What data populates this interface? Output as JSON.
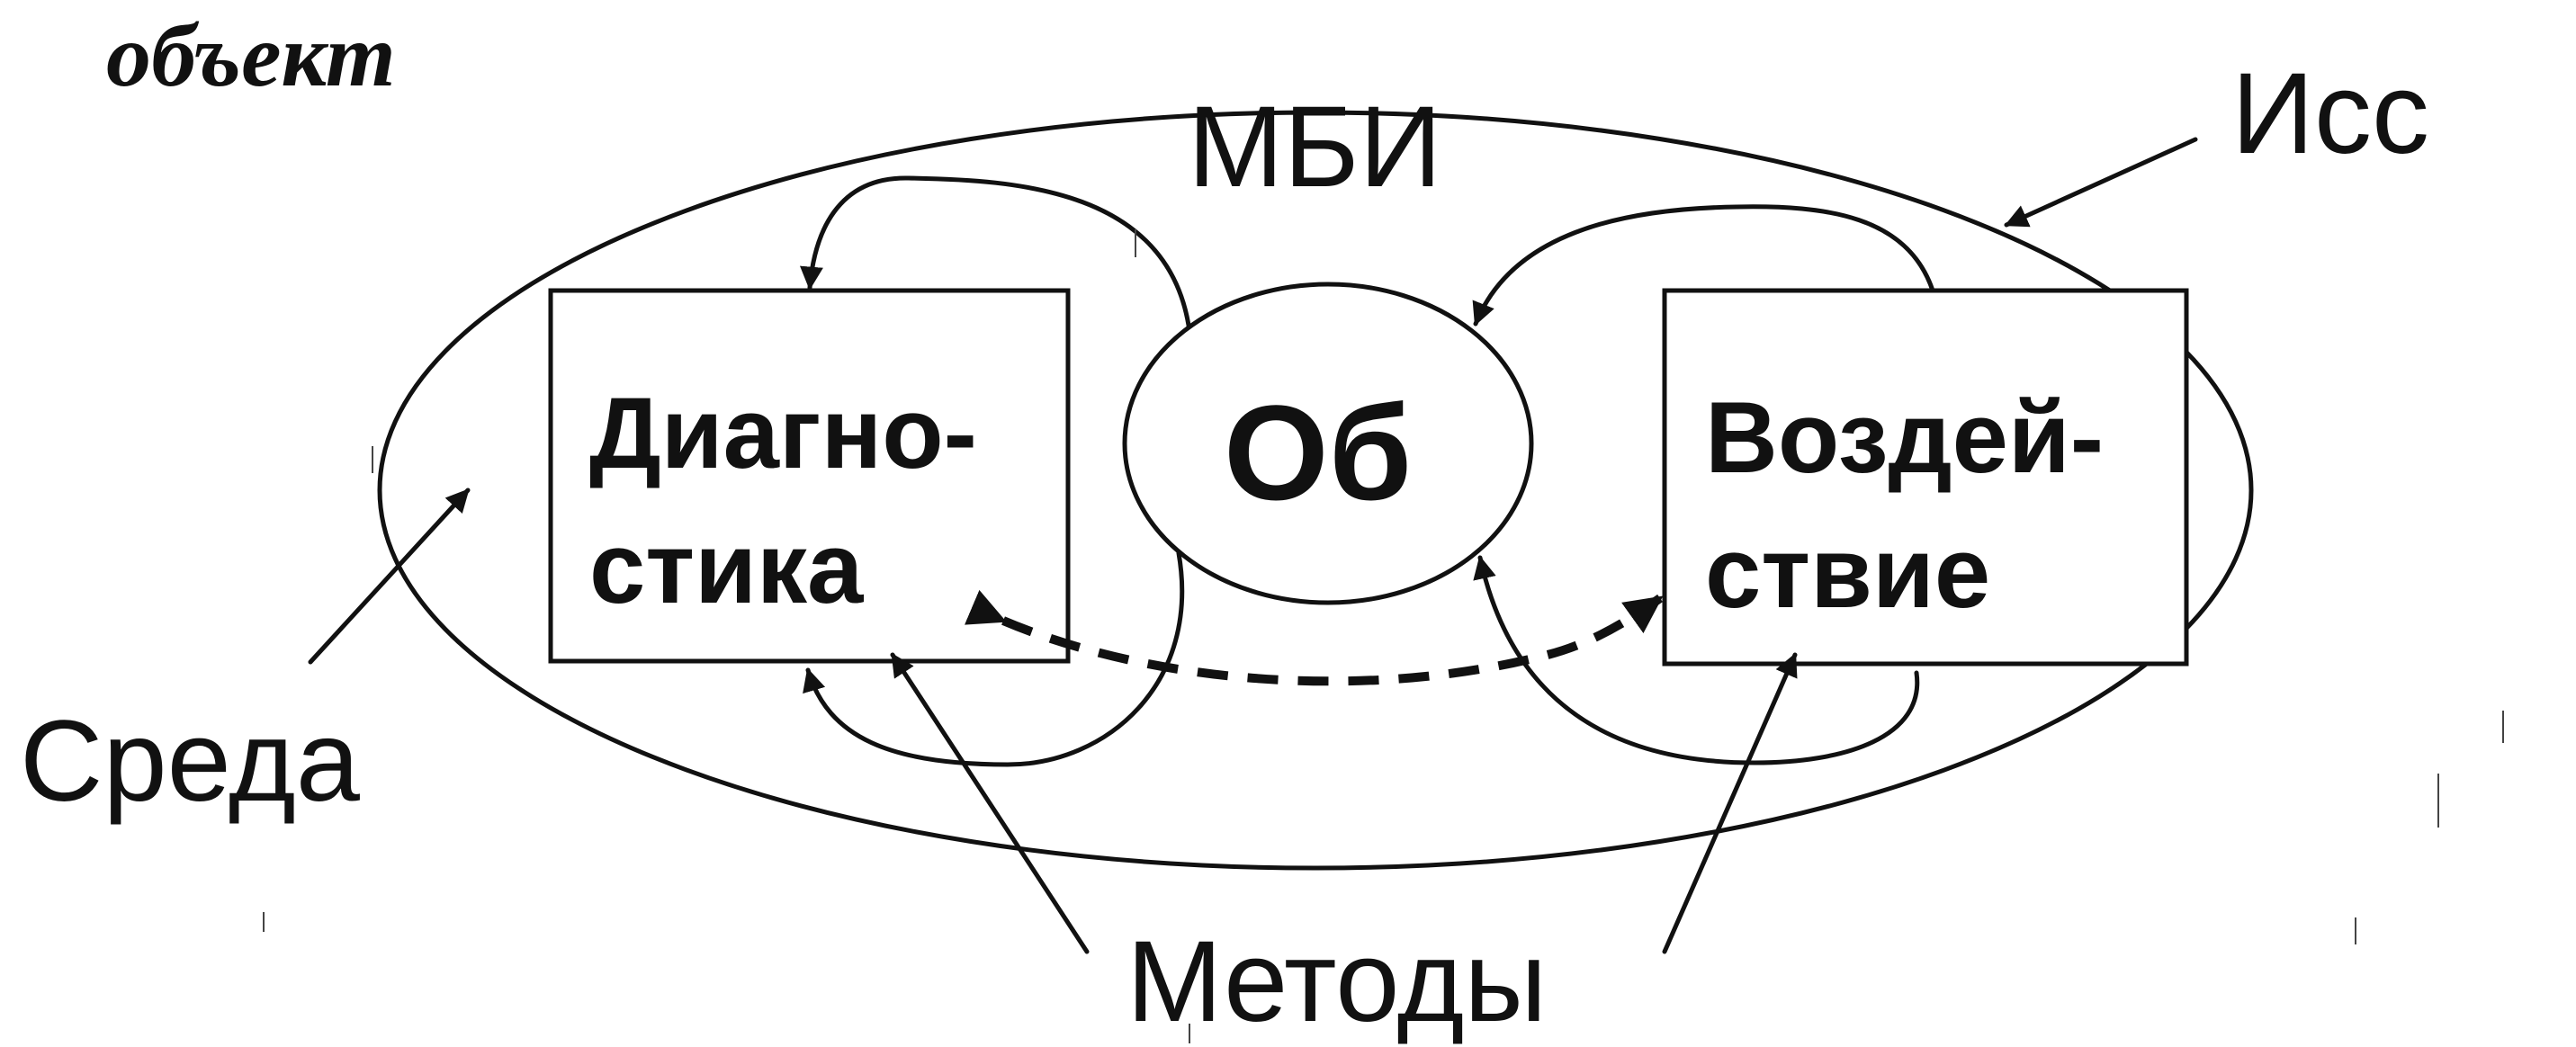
{
  "diagram": {
    "title": "объект",
    "outer_label": "МБИ",
    "center_label": "Об",
    "left_box": {
      "line1": "Диагно-",
      "line2": "стика"
    },
    "right_box": {
      "line1": "Воздей-",
      "line2": "ствие"
    },
    "environment_label": "Среда",
    "research_label": "Исс",
    "methods_label": "Методы"
  },
  "colors": {
    "ink": "#111111",
    "paper": "#ffffff"
  }
}
